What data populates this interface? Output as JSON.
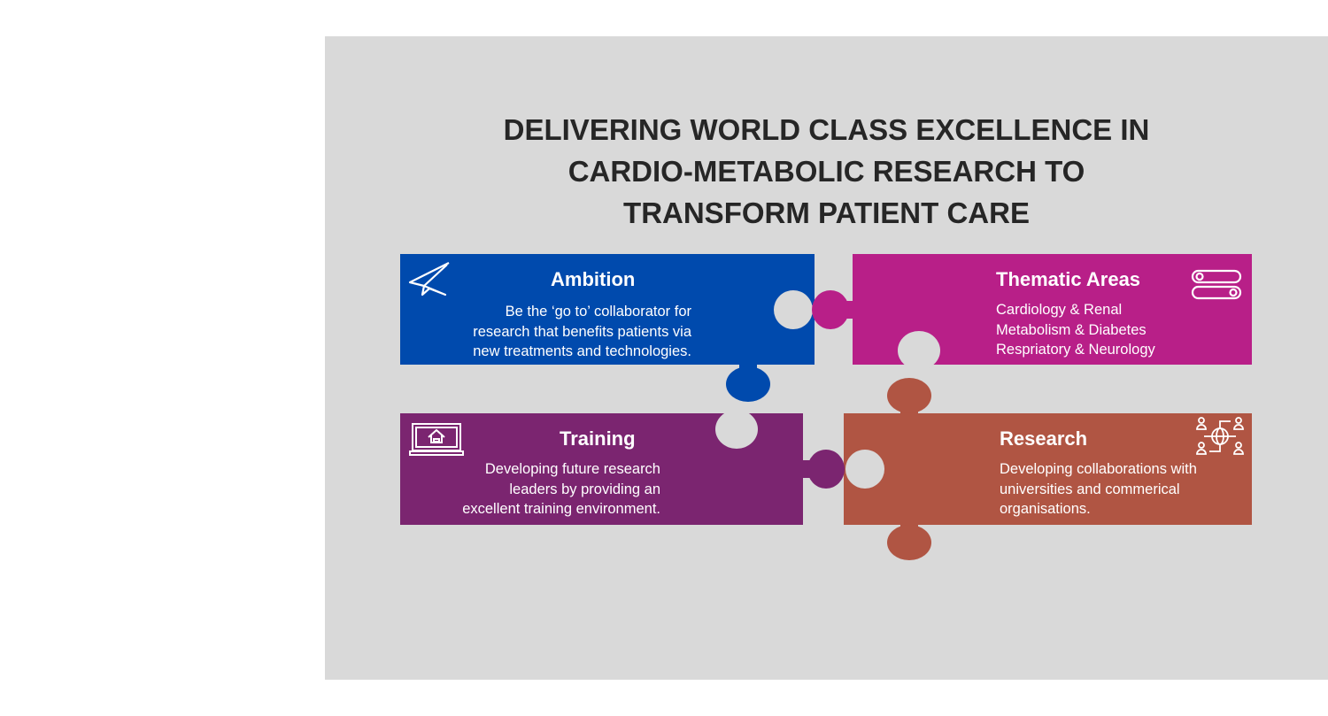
{
  "title": {
    "line1": "DELIVERING WORLD CLASS EXCELLENCE IN",
    "line2": "CARDIO-METABOLIC RESEARCH TO",
    "line3": "TRANSFORM PATIENT CARE"
  },
  "colors": {
    "ambition": "#004aad",
    "thematic": "#b81f88",
    "training": "#7b2570",
    "research": "#b05543",
    "background": "#d9d9d9"
  },
  "pieces": {
    "ambition": {
      "heading": "Ambition",
      "lines": [
        "Be the ‘go to’ collaborator for",
        "research that benefits patients via",
        "new treatments and technologies."
      ],
      "icon": "paper-plane-icon"
    },
    "thematic": {
      "heading": "Thematic Areas",
      "lines": [
        "Cardiology & Renal",
        "Metabolism & Diabetes",
        "Respriatory & Neurology"
      ],
      "icon": "toggle-switches-icon"
    },
    "training": {
      "heading": "Training",
      "lines": [
        "Developing future research",
        "leaders by providing an",
        "excellent training environment."
      ],
      "icon": "laptop-home-icon"
    },
    "research": {
      "heading": "Research",
      "lines": [
        "Developing collaborations with",
        "universities and commerical",
        "organisations."
      ],
      "icon": "global-network-icon"
    }
  }
}
